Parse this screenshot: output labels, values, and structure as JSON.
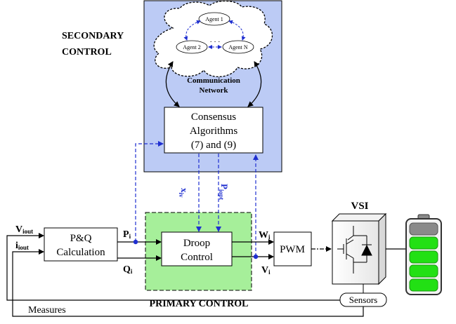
{
  "labels": {
    "secondary_control": [
      "SECONDARY",
      "CONTROL"
    ],
    "primary_control": "PRIMARY CONTROL",
    "agent_1": "Agent 1",
    "agent_2": "Agent 2",
    "agent_n": "Agent N",
    "comm_network": [
      "Communication",
      "Network"
    ],
    "consensus": [
      "Consensus",
      "Algorithms",
      "(7) and (9)"
    ],
    "droop": [
      "Droop",
      "Control"
    ],
    "pq": [
      "P&Q",
      "Calculation"
    ],
    "pwm": "PWM",
    "vsi": "VSI",
    "sensors": "Sensors",
    "measures": "Measures",
    "v_iout": {
      "base": "V",
      "sub": "iout"
    },
    "i_iout": {
      "base": "i",
      "sub": "iout"
    },
    "p_i": {
      "base": "P",
      "sub": "i"
    },
    "q_i": {
      "base": "Q",
      "sub": "i"
    },
    "w_i": {
      "base": "W",
      "sub": "i"
    },
    "v_i": {
      "base": "V",
      "sub": "i"
    },
    "x_iv": "x",
    "x_iv_sub": "iv",
    "p_iopt": "P",
    "p_iopt_sub": "iopt"
  },
  "colors": {
    "secondary_bg": "#bccbf5",
    "primary_bg": "#a6ef9a",
    "signal_blue": "#1f2fd0",
    "battery_green": "#22e014",
    "battery_gray": "#8a8a8a",
    "battery_outline": "#333333"
  },
  "battery": {
    "filled_cells": 4,
    "total_cells": 5
  }
}
